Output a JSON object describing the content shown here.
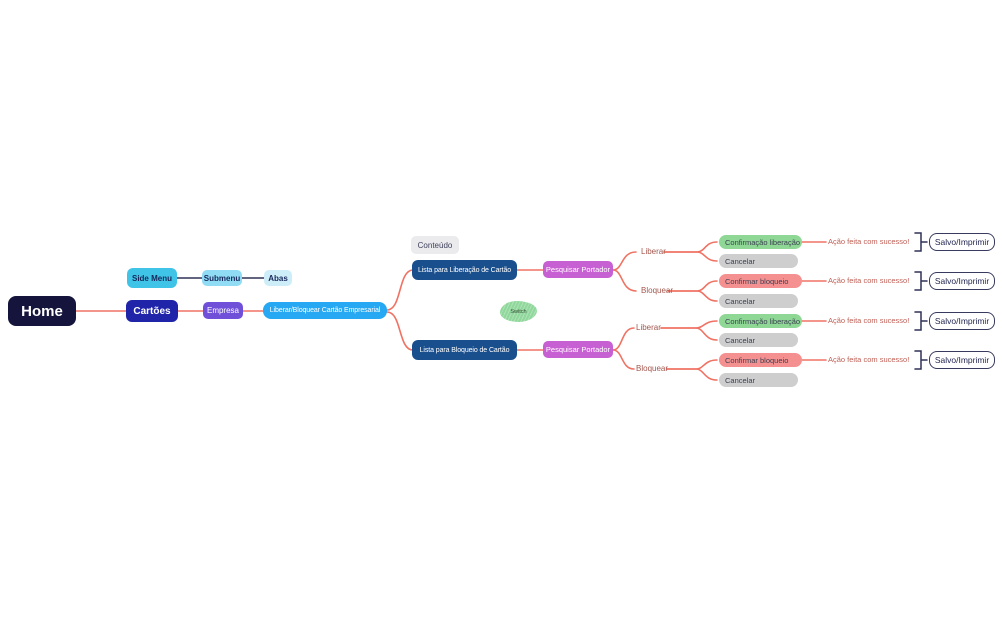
{
  "app": {
    "type": "mind-map-diagram",
    "background": "#ffffff"
  },
  "palette": {
    "home_bg": "#14143c",
    "side_menu_bg": "#3fc3e6",
    "submenu_bg": "#8fdcf4",
    "abas_bg": "#cdedf9",
    "cartoes_bg": "#1f24a9",
    "empresa_bg": "#7050d9",
    "liberar_bloquear_bg": "#27a8f2",
    "conteudo_bg": "#ebebee",
    "lista_bg": "#1a4f8e",
    "pesquisar_bg": "#c760d2",
    "switch_bg": "#8fd79a",
    "success_bg": "#8ed795",
    "danger_bg": "#f59090",
    "cancel_bg": "#cecece",
    "salvo_border": "#383b5e",
    "red_link": "#ef7263",
    "dark_link": "#2e3156",
    "branch_text": "#a3574e",
    "result_text": "#bf5f55"
  },
  "nodes": {
    "home": "Home",
    "side_menu": "Side Menu",
    "submenu": "Submenu",
    "abas": "Abas",
    "cartoes": "Cartões",
    "empresa": "Empresa",
    "liberar_bloquear_cartao": "Liberar/Bloquear Cartão Empresarial",
    "conteudo": "Conteúdo",
    "lista_liberacao": "Lista para Liberação de Cartão",
    "pesquisar_portador_liberacao": "Pesquisar Portador",
    "switch": "Switch",
    "lista_bloqueio": "Lista para Bloqueio de Cartão",
    "pesquisar_portador_bloqueio": "Pesquisar Portador",
    "liberar_top": "Liberar",
    "bloquear_top": "Bloquear",
    "liberar_bottom": "Liberar",
    "bloquear_bottom": "Bloquear"
  },
  "groups": [
    {
      "action": "Confirmação liberação",
      "variant": "success",
      "cancel": "Cancelar",
      "result": "Ação feita com sucesso!",
      "final": "Salvo/Imprimir"
    },
    {
      "action": "Confirmar bloqueio",
      "variant": "danger",
      "cancel": "Cancelar",
      "result": "Ação feita com sucesso!",
      "final": "Salvo/Imprimir"
    },
    {
      "action": "Confirmação liberação",
      "variant": "success",
      "cancel": "Cancelar",
      "result": "Ação feita com sucesso!",
      "final": "Salvo/Imprimir"
    },
    {
      "action": "Confirmar bloqueio",
      "variant": "danger",
      "cancel": "Cancelar",
      "result": "Ação feita com sucesso!",
      "final": "Salvo/Imprimir"
    }
  ]
}
